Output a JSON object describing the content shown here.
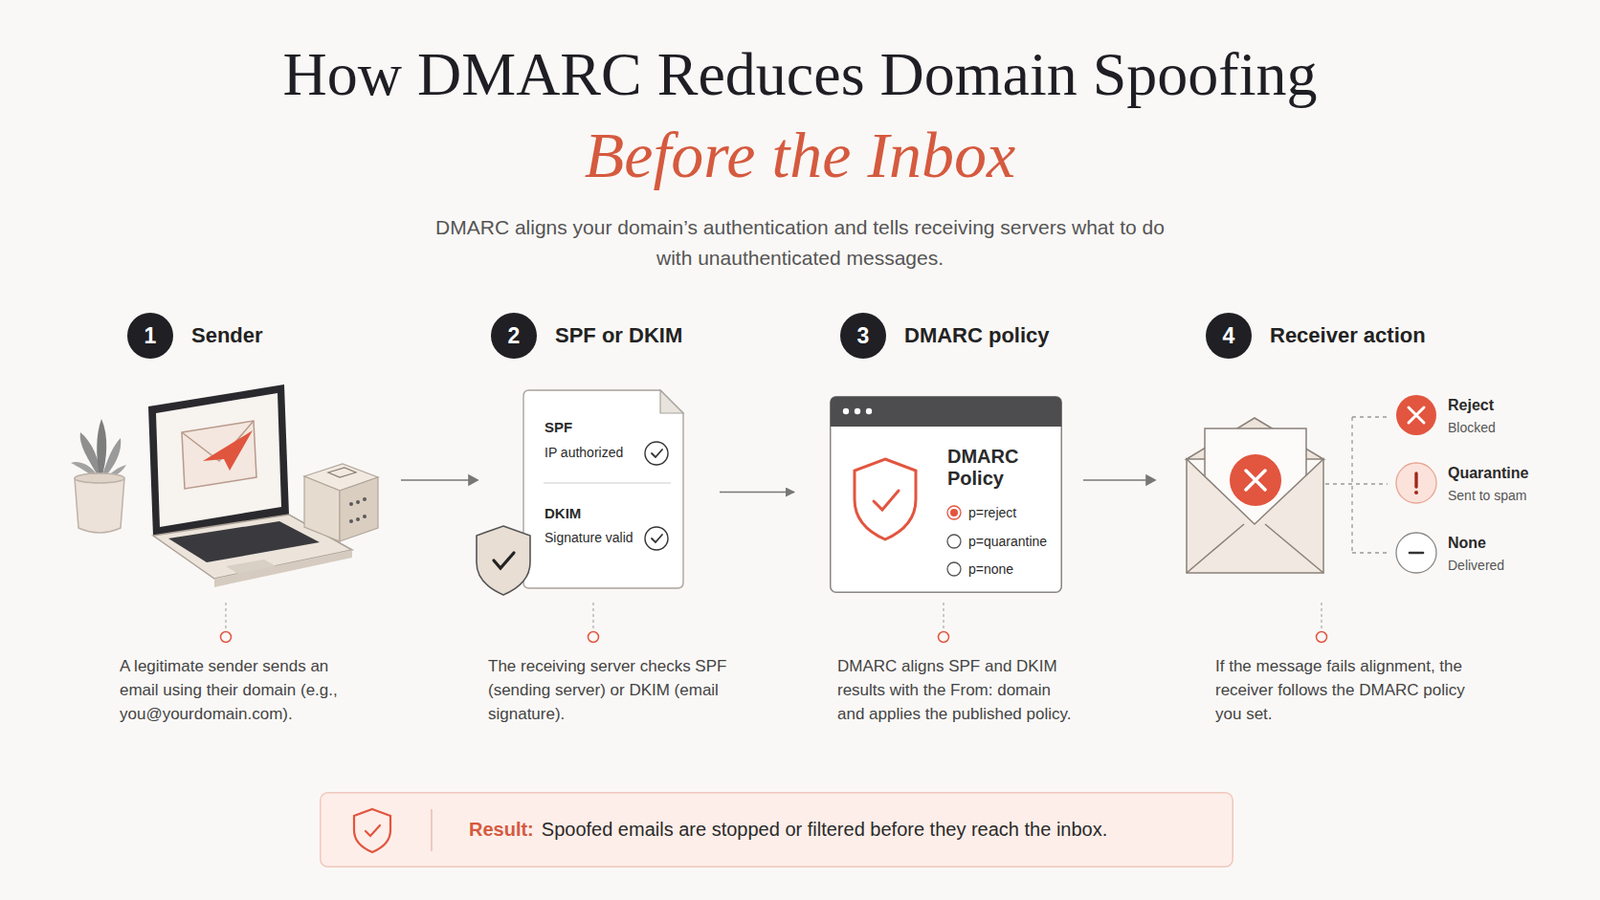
{
  "diagram": {
    "title": "How DMARC Reduces Domain Spoofing",
    "caption": "DMARC aligns your domain’s authentication and tells receiving servers what to do with unauthenticated messages.",
    "nodes": [
      {
        "text": [
          "1",
          "Sender"
        ]
      },
      {
        "text": [
          "2",
          "SPF or DKIM"
        ]
      },
      {
        "text": [
          "3",
          "DMARC policy"
        ]
      },
      {
        "text": [
          "4",
          "Receiver action"
        ]
      },
      {
        "text": [
          "SPF",
          "IP authorized",
          "DKIM",
          "Signature valid"
        ]
      },
      {
        "text": [
          "DMARC Policy",
          "p=reject",
          "p=quarantine",
          "p=none"
        ]
      },
      {
        "text": [
          "Reject",
          "Blocked"
        ]
      },
      {
        "text": [
          "Quarantine",
          "Sent to spam"
        ]
      },
      {
        "text": [
          "None",
          "Delivered"
        ]
      },
      {
        "text": [
          "Result:",
          "Spoofed emails are stopped or filtered before they reach the inbox."
        ]
      }
    ],
    "edges": [
      {
        "from": 4,
        "to": 5,
        "arrow": "to"
      }
    ],
    "labels": [
      "Before the Inbox",
      "A legitimate sender sends an email using their domain (e.g., you@yourdomain.com).",
      "The receiving server checks SPF (sending server) or DKIM (email signature).",
      "DMARC aligns SPF and DKIM results with the From: domain and applies the published policy.",
      "If the message fails alignment, the receiver follows the DMARC policy you set."
    ]
  }
}
